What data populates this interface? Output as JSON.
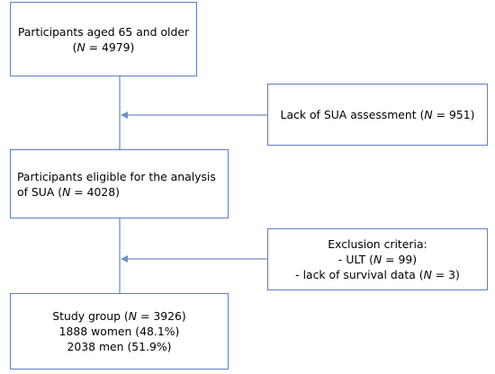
{
  "diagram": {
    "participants": {
      "line1": "Participants aged 65 and older",
      "line2_pre": "(",
      "line2_var": "N",
      "line2_post": " = 4979)"
    },
    "lack_sua": {
      "pre": "Lack of SUA assessment (",
      "var": "N",
      "post": " = 951)"
    },
    "eligible": {
      "line1": "Participants eligible for the analysis",
      "line2_pre": "of SUA (",
      "line2_var": "N",
      "line2_post": " = 4028)"
    },
    "exclusion": {
      "title": "Exclusion criteria:",
      "item1_pre": "- ULT (",
      "item1_var": "N",
      "item1_post": " = 99)",
      "item2_pre": "- lack of survival data (",
      "item2_var": "N",
      "item2_post": " = 3)"
    },
    "study": {
      "line1_pre": "Study group (",
      "line1_var": "N",
      "line1_post": " = 3926)",
      "line2": "1888 women (48.1%)",
      "line3": "2038 men (51.9%)"
    },
    "colors": {
      "border": "#5b7fbf",
      "connector": "#6f90cc"
    }
  }
}
